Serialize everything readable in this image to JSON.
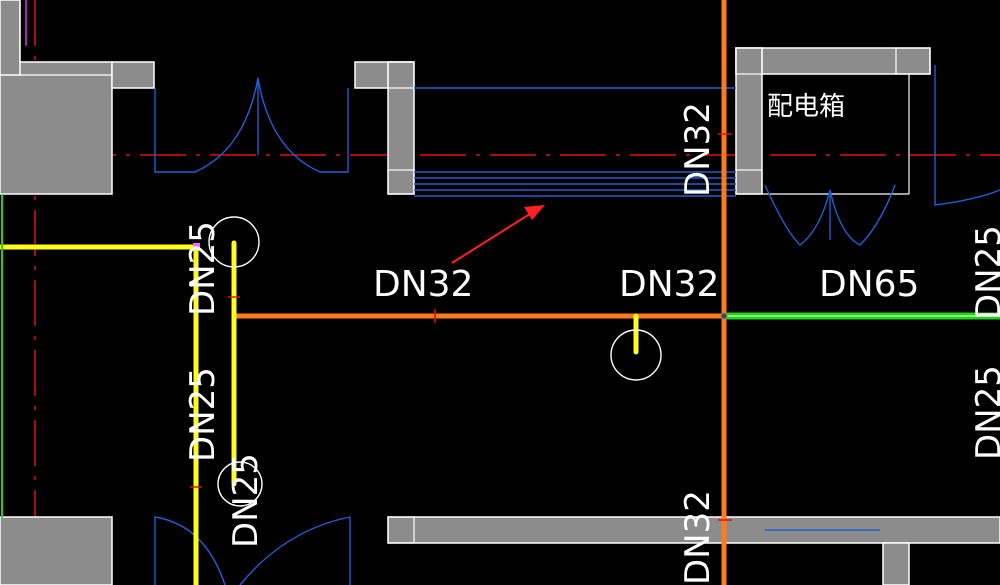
{
  "labels": {
    "horiz_dn32_left": "DN32",
    "horiz_dn32_mid": "DN32",
    "horiz_dn65": "DN65",
    "vert_dn32_top": "DN32",
    "vert_dn32_bottom": "DN32",
    "vert_dn25_a": "DN25",
    "vert_dn25_b": "DN25",
    "vert_dn25_c": "DN25",
    "vert_dn25_right_top": "DN25",
    "vert_dn25_right_bottom": "DN25",
    "box_name": "配电箱"
  },
  "colors": {
    "background": "#000000",
    "wall_fill": "#8c8c8c",
    "wall_outline": "#ffffff",
    "door": "#1f5fd6",
    "axis": "#e01010",
    "pipe_main": "#ff7a1a",
    "pipe_branch": "#ffff1a",
    "pipe_dn65": "#22d022",
    "annotation_arrow": "#ff2020",
    "text": "#ffffff"
  }
}
